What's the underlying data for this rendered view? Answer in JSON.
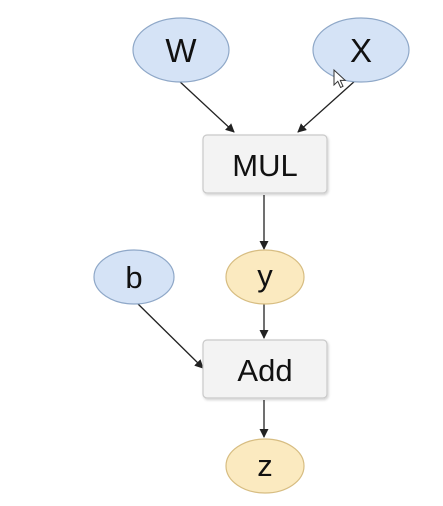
{
  "graph": {
    "nodes": {
      "w": {
        "label": "W",
        "kind": "input"
      },
      "x": {
        "label": "X",
        "kind": "input"
      },
      "mul": {
        "label": "MUL",
        "kind": "operation"
      },
      "b": {
        "label": "b",
        "kind": "input"
      },
      "y": {
        "label": "y",
        "kind": "intermediate"
      },
      "add": {
        "label": "Add",
        "kind": "operation"
      },
      "z": {
        "label": "z",
        "kind": "output"
      }
    },
    "edges": [
      [
        "w",
        "mul"
      ],
      [
        "x",
        "mul"
      ],
      [
        "mul",
        "y"
      ],
      [
        "y",
        "add"
      ],
      [
        "b",
        "add"
      ],
      [
        "add",
        "z"
      ]
    ]
  },
  "colors": {
    "input_fill": "#d5e3f6",
    "input_stroke": "#8fa8c8",
    "intermediate_fill": "#fbeac0",
    "intermediate_stroke": "#d7bd82",
    "operation_fill": "#f3f3f3",
    "operation_stroke": "#c9c9c9",
    "edge": "#222222"
  }
}
